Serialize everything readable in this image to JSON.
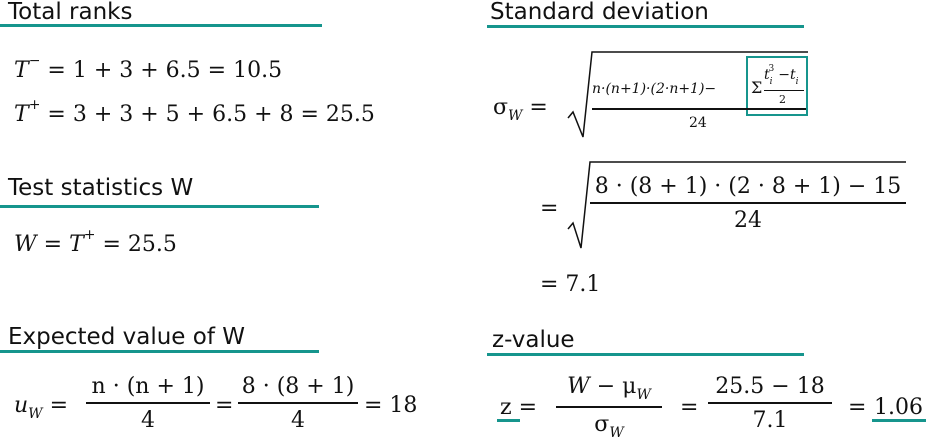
{
  "colors": {
    "accent": "#16958d",
    "text": "#111111"
  },
  "sections": {
    "total_ranks": {
      "heading": "Total ranks",
      "t_minus": {
        "lhs_var": "T",
        "lhs_sup": "−",
        "rhs": "= 1  + 3 + 6.5  =  10.5"
      },
      "t_plus": {
        "lhs_var": "T",
        "lhs_sup": "+",
        "rhs": "= 3  + 3  + 5  + 6.5  + 8 = 25.5"
      }
    },
    "test_statistics": {
      "heading": "Test statistics W",
      "lhs": "W",
      "eq1": "=",
      "t": "T",
      "t_sup": "+",
      "rhs": "= 25.5"
    },
    "expected_value": {
      "heading": "Expected value of W",
      "lhs_var": "u",
      "lhs_sub": "W",
      "eq": "=",
      "frac1_num": "n · (n + 1)",
      "frac1_den": "4",
      "eq2": "=",
      "frac2_num": "8 · (8 + 1)",
      "frac2_den": "4",
      "result": "= 18"
    },
    "standard_deviation": {
      "heading": "Standard deviation",
      "lhs_var": "σ",
      "lhs_sub": "W",
      "eq": "=",
      "formula_num": "n·(n+1)·(2·n+1)−",
      "tie_sum": "Σ",
      "tie_num": "t",
      "tie_num_sub": "i",
      "tie_num_sup": "3",
      "tie_minus": "−t",
      "tie_sub2": "i",
      "tie_den": "2",
      "formula_den": "24",
      "eq2": "=",
      "numeric_num": "8 · (8 + 1) · (2 · 8 + 1) − 15",
      "numeric_den": "24",
      "result": "= 7.1"
    },
    "z_value": {
      "heading": "z-value",
      "lhs": "z",
      "eq": "=",
      "frac1_num_var": "W",
      "frac1_num_rest": " − μ",
      "frac1_num_sub": "W",
      "frac1_den_var": "σ",
      "frac1_den_sub": "W",
      "eq2": "=",
      "frac2_num": "25.5  − 18",
      "frac2_den": "7.1",
      "eq3": "=",
      "result": "1.06"
    }
  }
}
